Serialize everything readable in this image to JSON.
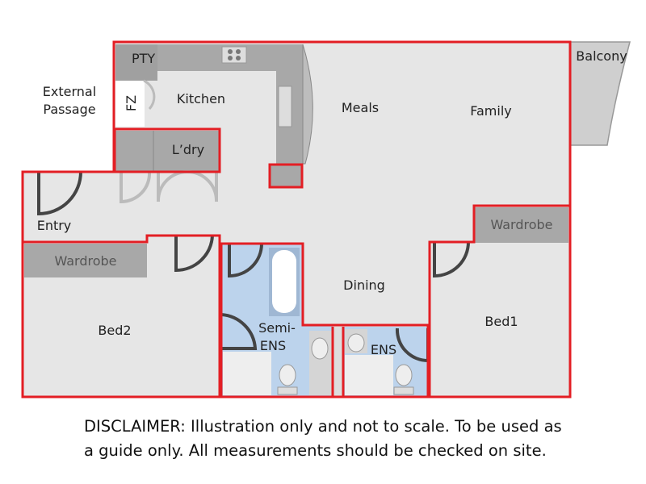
{
  "rooms": {
    "external_passage": [
      "External",
      "Passage"
    ],
    "pantry": "PTY",
    "fridge": "FZ",
    "kitchen": "Kitchen",
    "laundry": "L’dry",
    "meals": "Meals",
    "family": "Family",
    "balcony": "Balcony",
    "entry": "Entry",
    "wardrobe_bed2": "Wardrobe",
    "bed2": "Bed2",
    "semi_ens": [
      "Semi-",
      "ENS"
    ],
    "dining": "Dining",
    "ens": "ENS",
    "wardrobe_bed1": "Wardrobe",
    "bed1": "Bed1"
  },
  "disclaimer": [
    "DISCLAIMER: Illustration only and not to scale. To be used as",
    "a guide only. All measurements should be checked on site."
  ],
  "colors": {
    "wall": "#e31e24",
    "floor": "#e6e6e6",
    "wet": "#bcd3ec",
    "joinery": "#a8a8a8"
  }
}
